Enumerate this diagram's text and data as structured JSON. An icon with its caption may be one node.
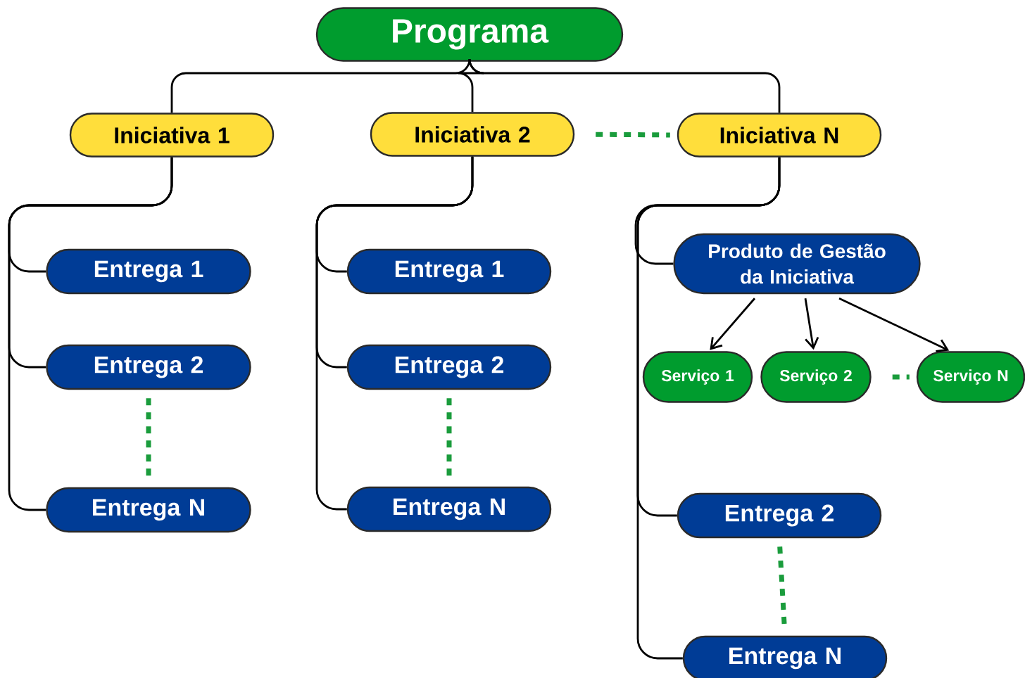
{
  "diagram": {
    "nodes": [
      {
        "text": [
          "Programa"
        ]
      },
      {
        "text": [
          "Iniciativa 1"
        ]
      },
      {
        "text": [
          "Iniciativa 2"
        ]
      },
      {
        "text": [
          "Iniciativa N"
        ]
      },
      {
        "text": [
          "Entrega 1"
        ]
      },
      {
        "text": [
          "Entrega 2"
        ]
      },
      {
        "text": [
          "Entrega N"
        ]
      },
      {
        "text": [
          "Entrega 1"
        ]
      },
      {
        "text": [
          "Entrega 2"
        ]
      },
      {
        "text": [
          "Entrega N"
        ]
      },
      {
        "text": [
          "Produto de Gestão da Iniciativa"
        ]
      },
      {
        "text": [
          "Serviço 1"
        ]
      },
      {
        "text": [
          "Serviço 2"
        ]
      },
      {
        "text": [
          "Serviço N"
        ]
      },
      {
        "text": [
          "Entrega 2"
        ]
      },
      {
        "text": [
          "Entrega N"
        ]
      }
    ],
    "edges": [
      {
        "from": 0,
        "to": 1,
        "arrow": "none"
      },
      {
        "from": 0,
        "to": 2,
        "arrow": "none"
      },
      {
        "from": 0,
        "to": 3,
        "arrow": "none"
      },
      {
        "from": 2,
        "to": 3,
        "arrow": "none",
        "style": "dashed",
        "color": "#1a9c3c"
      },
      {
        "from": 1,
        "to": 4,
        "arrow": "none"
      },
      {
        "from": 1,
        "to": 5,
        "arrow": "none"
      },
      {
        "from": 1,
        "to": 6,
        "arrow": "none"
      },
      {
        "from": 5,
        "to": 6,
        "arrow": "none",
        "style": "dashed",
        "color": "#1a9c3c"
      },
      {
        "from": 2,
        "to": 7,
        "arrow": "none"
      },
      {
        "from": 2,
        "to": 8,
        "arrow": "none"
      },
      {
        "from": 2,
        "to": 9,
        "arrow": "none"
      },
      {
        "from": 8,
        "to": 9,
        "arrow": "none",
        "style": "dashed",
        "color": "#1a9c3c"
      },
      {
        "from": 3,
        "to": 10,
        "arrow": "none"
      },
      {
        "from": 10,
        "to": 11,
        "arrow": "to"
      },
      {
        "from": 10,
        "to": 12,
        "arrow": "to"
      },
      {
        "from": 10,
        "to": 13,
        "arrow": "to"
      },
      {
        "from": 12,
        "to": 13,
        "arrow": "none",
        "style": "dashed",
        "color": "#1a9c3c"
      },
      {
        "from": 3,
        "to": 14,
        "arrow": "none"
      },
      {
        "from": 3,
        "to": 15,
        "arrow": "none"
      },
      {
        "from": 14,
        "to": 15,
        "arrow": "none",
        "style": "dashed",
        "color": "#1a9c3c"
      }
    ]
  }
}
